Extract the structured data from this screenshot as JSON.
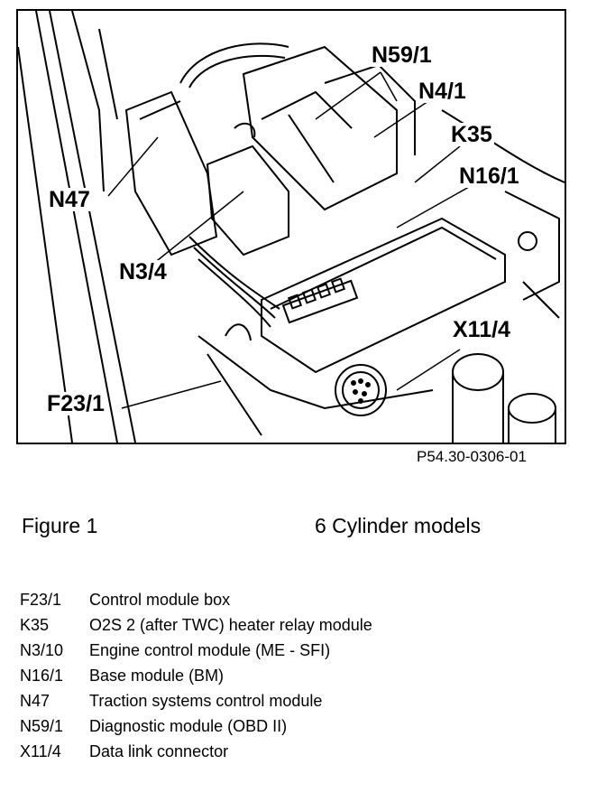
{
  "illustration": {
    "callouts": [
      "N59/1",
      "N4/1",
      "K35",
      "N16/1",
      "N47",
      "N3/4",
      "X11/4",
      "F23/1"
    ],
    "figure_code": "P54.30-0306-01"
  },
  "caption": {
    "figure": "Figure 1",
    "models": "6 Cylinder models"
  },
  "legend": [
    {
      "code": "F23/1",
      "desc": "Control module box"
    },
    {
      "code": "K35",
      "desc": "O2S 2 (after TWC) heater relay module"
    },
    {
      "code": "N3/10",
      "desc": "Engine control module (ME - SFI)"
    },
    {
      "code": "N16/1",
      "desc": "Base module (BM)"
    },
    {
      "code": "N47",
      "desc": "Traction systems control module"
    },
    {
      "code": "N59/1",
      "desc": "Diagnostic module (OBD II)"
    },
    {
      "code": "X11/4",
      "desc": "Data link connector"
    }
  ]
}
